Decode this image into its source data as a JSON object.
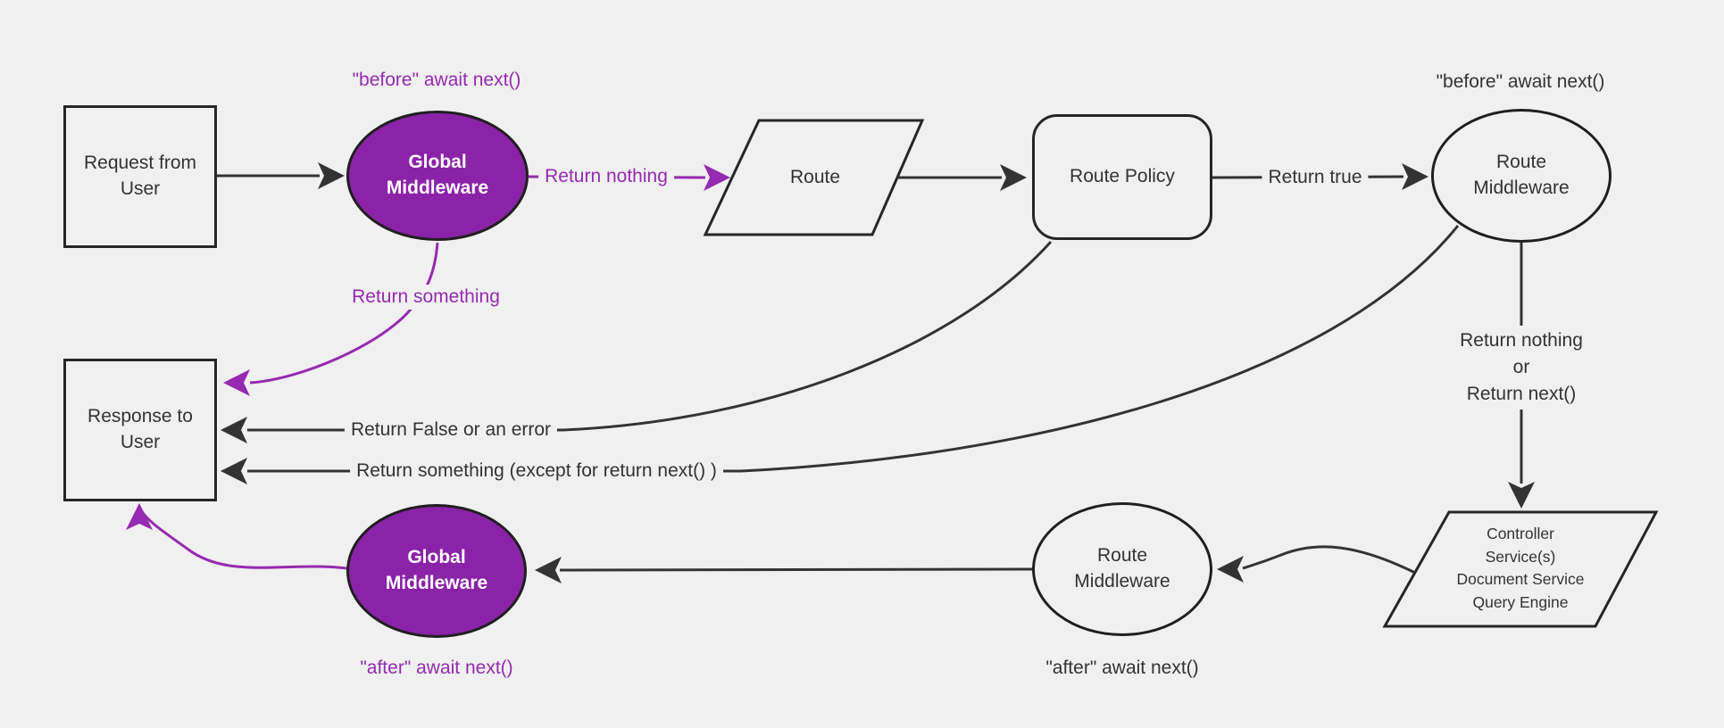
{
  "diagram_title": "middleware-flowchart",
  "colors": {
    "background": "#f0f0f0",
    "line": "#333333",
    "border": "#262626",
    "text": "#333333",
    "purple_fill": "#8b23a8",
    "purple_accent": "#962ab0",
    "node_text_on_purple": "#ffffff"
  },
  "nodes": {
    "request": {
      "text": "Request from User",
      "shape": "rectangle"
    },
    "global_mw_top": {
      "text": "Global Middleware",
      "shape": "ellipse"
    },
    "route": {
      "text": "Route",
      "shape": "parallelogram"
    },
    "route_policy": {
      "text": "Route Policy",
      "shape": "rounded-rectangle"
    },
    "route_mw_top": {
      "text": "Route Middleware",
      "shape": "ellipse"
    },
    "controller": {
      "lines": [
        "Controller",
        "Service(s)",
        "Document Service",
        "Query Engine"
      ],
      "shape": "parallelogram"
    },
    "route_mw_bottom": {
      "text": "Route Middleware",
      "shape": "ellipse"
    },
    "global_mw_bottom": {
      "text": "Global Middleware",
      "shape": "ellipse"
    },
    "response": {
      "text": "Response to User",
      "shape": "rectangle"
    }
  },
  "labels": {
    "before_top_left": "\"before\" await next()",
    "before_top_right": "\"before\" await next()",
    "return_nothing": "Return nothing",
    "return_true": "Return true",
    "return_nothing_or": [
      "Return nothing",
      "or",
      "Return next()"
    ],
    "return_something": "Return something",
    "return_false_error": "Return False or an error",
    "return_something_except": "Return something (except for return next() )",
    "after_left": "\"after\" await next()",
    "after_right": "\"after\" await next()"
  }
}
